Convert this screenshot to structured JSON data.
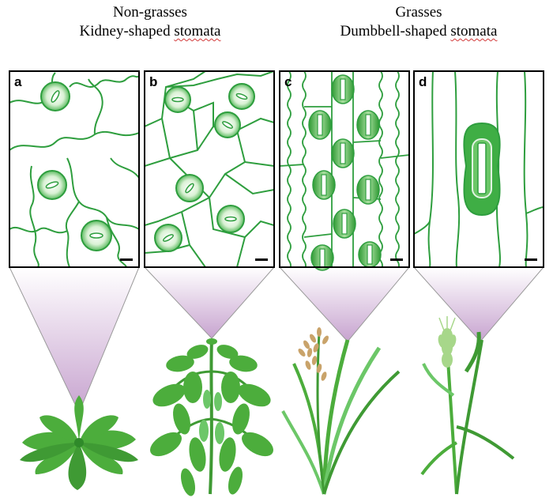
{
  "headers": {
    "left": {
      "line1": "Non-grasses",
      "line2_a": "Kidney-shaped",
      "line2_b": "stomata"
    },
    "right": {
      "line1": "Grasses",
      "line2_a": "Dumbbell-shaped",
      "line2_b": "stomata"
    }
  },
  "panels": [
    {
      "label": "a",
      "stomata_type": "kidney",
      "plant": "rosette"
    },
    {
      "label": "b",
      "stomata_type": "kidney",
      "plant": "leafy-shrub"
    },
    {
      "label": "c",
      "stomata_type": "dumbbell",
      "plant": "rice"
    },
    {
      "label": "d",
      "stomata_type": "dumbbell",
      "plant": "wheat"
    }
  ],
  "colors": {
    "cell_wall": "#2e9e3e",
    "guard_cell": "#5cc060",
    "guard_cell_light": "#e8f7e4",
    "plant_green": "#4cad3c",
    "plant_dark": "#2f8a2a",
    "funnel_top": "#ffffff",
    "funnel_bottom": "#c7a3cf",
    "funnel_edge": "#9a9a9a",
    "grain": "#c9a36a"
  }
}
